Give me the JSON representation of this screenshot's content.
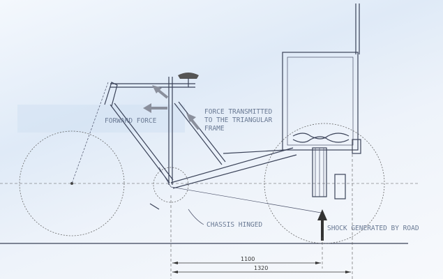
{
  "labels": {
    "forward_force": "FORWARD FORCE",
    "force_transmitted": [
      "FORCE TRANSMITTED",
      "TO THE TRIANGULAR",
      "FRAME"
    ],
    "chassis_hinged": "CHASSIS HINGED",
    "shock": "SHOCK GENERATED BY ROAD"
  },
  "dimensions": {
    "wheelbase_to_shock": "1100",
    "overall": "1320"
  },
  "colors": {
    "line": "#3a4258",
    "arrow": "#8a8f9c",
    "shock_arrow": "#333333",
    "label": "#6a7a94"
  }
}
